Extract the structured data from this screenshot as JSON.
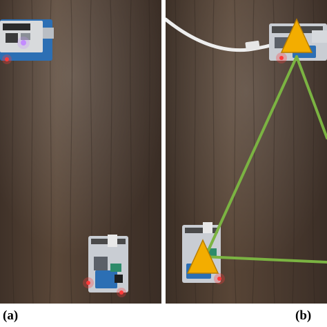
{
  "panels": [
    {
      "label": "(a)"
    },
    {
      "label": "(b)"
    }
  ],
  "colors": {
    "wood_base": "#4b3a2f",
    "wood_dark": "#2f241d",
    "wood_light": "#6a5646",
    "board_body": "#c9cdd3",
    "board_blue": "#2c6fb4",
    "board_green": "#2e8b6a",
    "led_red": "#ff3b3b",
    "led_purple": "#c38bff",
    "marker_fill": "#f3ad00",
    "marker_stroke": "#b87e00",
    "link_green": "#7bb342",
    "cable_white": "#eeeeee"
  },
  "icons": [
    "wood-texture",
    "microcontroller-board",
    "triangle-marker",
    "usb-cable"
  ]
}
